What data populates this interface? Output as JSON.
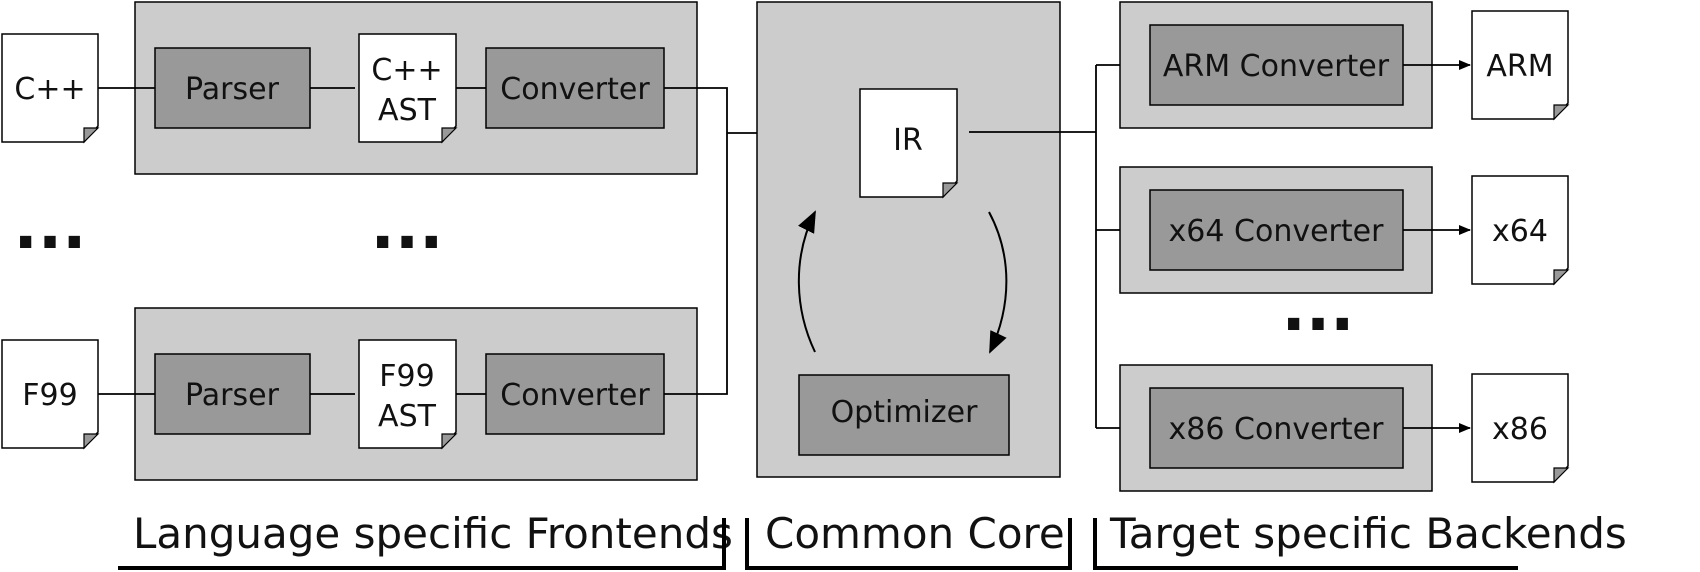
{
  "colors": {
    "panel": "#cccccc",
    "box": "#999999",
    "doc": "#ffffff",
    "line": "#000000"
  },
  "frontends": {
    "top": {
      "input_doc": "C++",
      "parser": "Parser",
      "ast_line1": "C++",
      "ast_line2": "AST",
      "converter": "Converter"
    },
    "bottom": {
      "input_doc": "F99",
      "parser": "Parser",
      "ast_line1": "F99",
      "ast_line2": "AST",
      "converter": "Converter"
    },
    "ellipsis_left": "...",
    "ellipsis_middle": "..."
  },
  "core": {
    "ir_doc": "IR",
    "optimizer": "Optimizer"
  },
  "backends": {
    "arm": {
      "converter": "ARM Converter",
      "output_doc": "ARM"
    },
    "x64": {
      "converter": "x64 Converter",
      "output_doc": "x64"
    },
    "x86": {
      "converter": "x86 Converter",
      "output_doc": "x86"
    },
    "ellipsis": "..."
  },
  "sections": {
    "frontends": "Language specific Frontends",
    "core": "Common Core",
    "backends": "Target specific Backends"
  }
}
